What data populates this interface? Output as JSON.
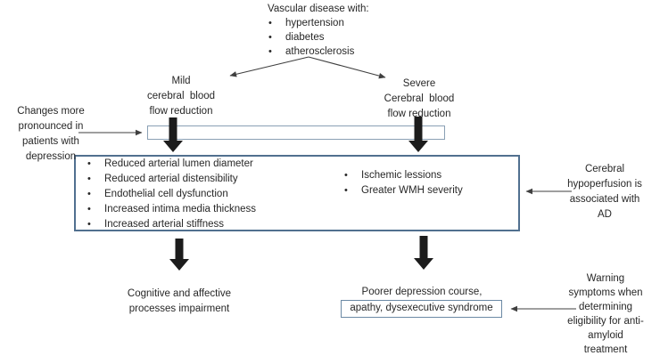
{
  "top_section": {
    "heading": "Vascular disease with:",
    "bullets": [
      "hypertension",
      "diabetes",
      "atherosclerosis"
    ]
  },
  "branches": {
    "left_label": "Mild\ncerebral  blood\nflow reduction",
    "right_label": "Severe\nCerebral  blood\nflow reduction"
  },
  "annotations": {
    "left": "Changes more\npronounced in\npatients with\ndepression",
    "right": "Cerebral\nhypoperfusion is\nassociated with\nAD",
    "bottom_right": "Warning\nsymptoms when\ndetermining\neligibility for anti-\namyloid\ntreatment"
  },
  "main_box": {
    "left_items": [
      "Reduced arterial lumen diameter",
      "Reduced arterial distensibility",
      "Endothelial cell dysfunction",
      "Increased intima media thickness",
      "Increased arterial stiffness"
    ],
    "right_items": [
      "Ischemic lessions",
      "Greater WMH severity"
    ]
  },
  "outcomes": {
    "left": "Cognitive and affective\nprocesses impairment",
    "right_line": "Poorer depression course,",
    "right_boxed": "apathy, dysexecutive syndrome"
  },
  "icons": {
    "fork_arrow": "split-down-arrows",
    "thick_down_arrow": "solid-block-down-arrow",
    "pointer_arrow": "thin-line-arrow"
  },
  "colors": {
    "background": "#ffffff",
    "text": "#272727",
    "main_box_border": "#51708f",
    "bar_border": "#8aa0b4",
    "small_box_border": "#6b89a5",
    "thick_arrow": "#1c1c1c",
    "thin_arrow": "#3f3f3f"
  }
}
